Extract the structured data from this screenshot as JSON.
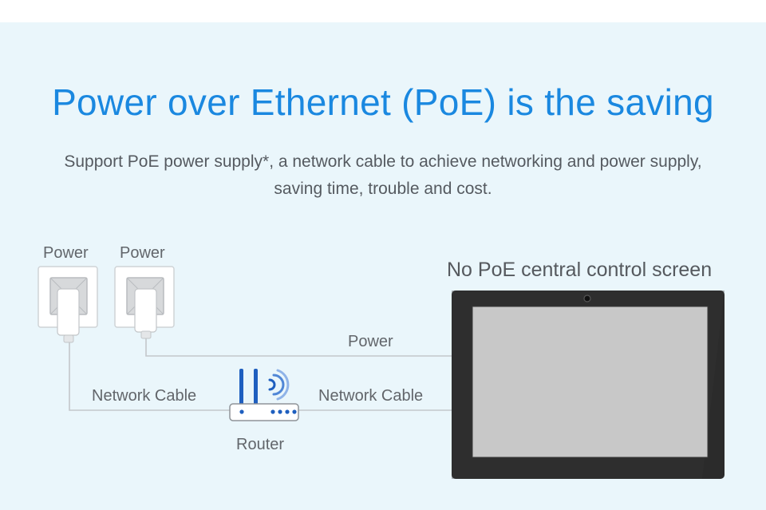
{
  "header": {
    "title": "Power over Ethernet (PoE) is the saving",
    "subtitle": "Support PoE power supply*, a network cable to achieve networking and power supply, saving time, trouble and cost."
  },
  "diagram": {
    "outlet_left_label": "Power",
    "outlet_right_label": "Power",
    "screen_title": "No PoE central control screen",
    "power_cable_label": "Power",
    "left_cable_label": "Network Cable",
    "right_cable_label": "Network Cable",
    "router_label": "Router"
  },
  "colors": {
    "title": "#1a88e0",
    "background": "#eaf6fb",
    "router_accent": "#1f5fbf",
    "screen_bezel": "#2b2b2b",
    "screen_display": "#c8c8c8"
  },
  "icons": [
    "power-outlet-icon",
    "router-icon",
    "wifi-signal-icon",
    "camera-icon"
  ]
}
